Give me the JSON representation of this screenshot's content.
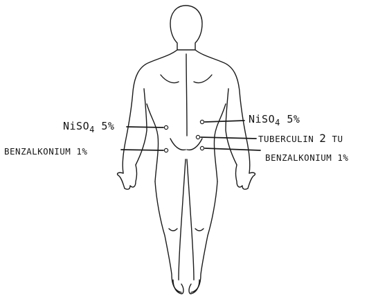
{
  "labels": {
    "left_upper": {
      "main": "NiSO",
      "sub": "4",
      "tail": " 5%"
    },
    "left_lower": {
      "text": "BENZALKONIUM 1%"
    },
    "right_upper": {
      "main": "NiSO",
      "sub": "4",
      "tail": " 5%"
    },
    "right_middle": {
      "pre": "TUBERCULIN ",
      "num": "2",
      "post": " TU"
    },
    "right_lower": {
      "text": "BENZALKONIUM 1%"
    }
  },
  "colors": {
    "ink": "#141414",
    "background": "#ffffff"
  }
}
